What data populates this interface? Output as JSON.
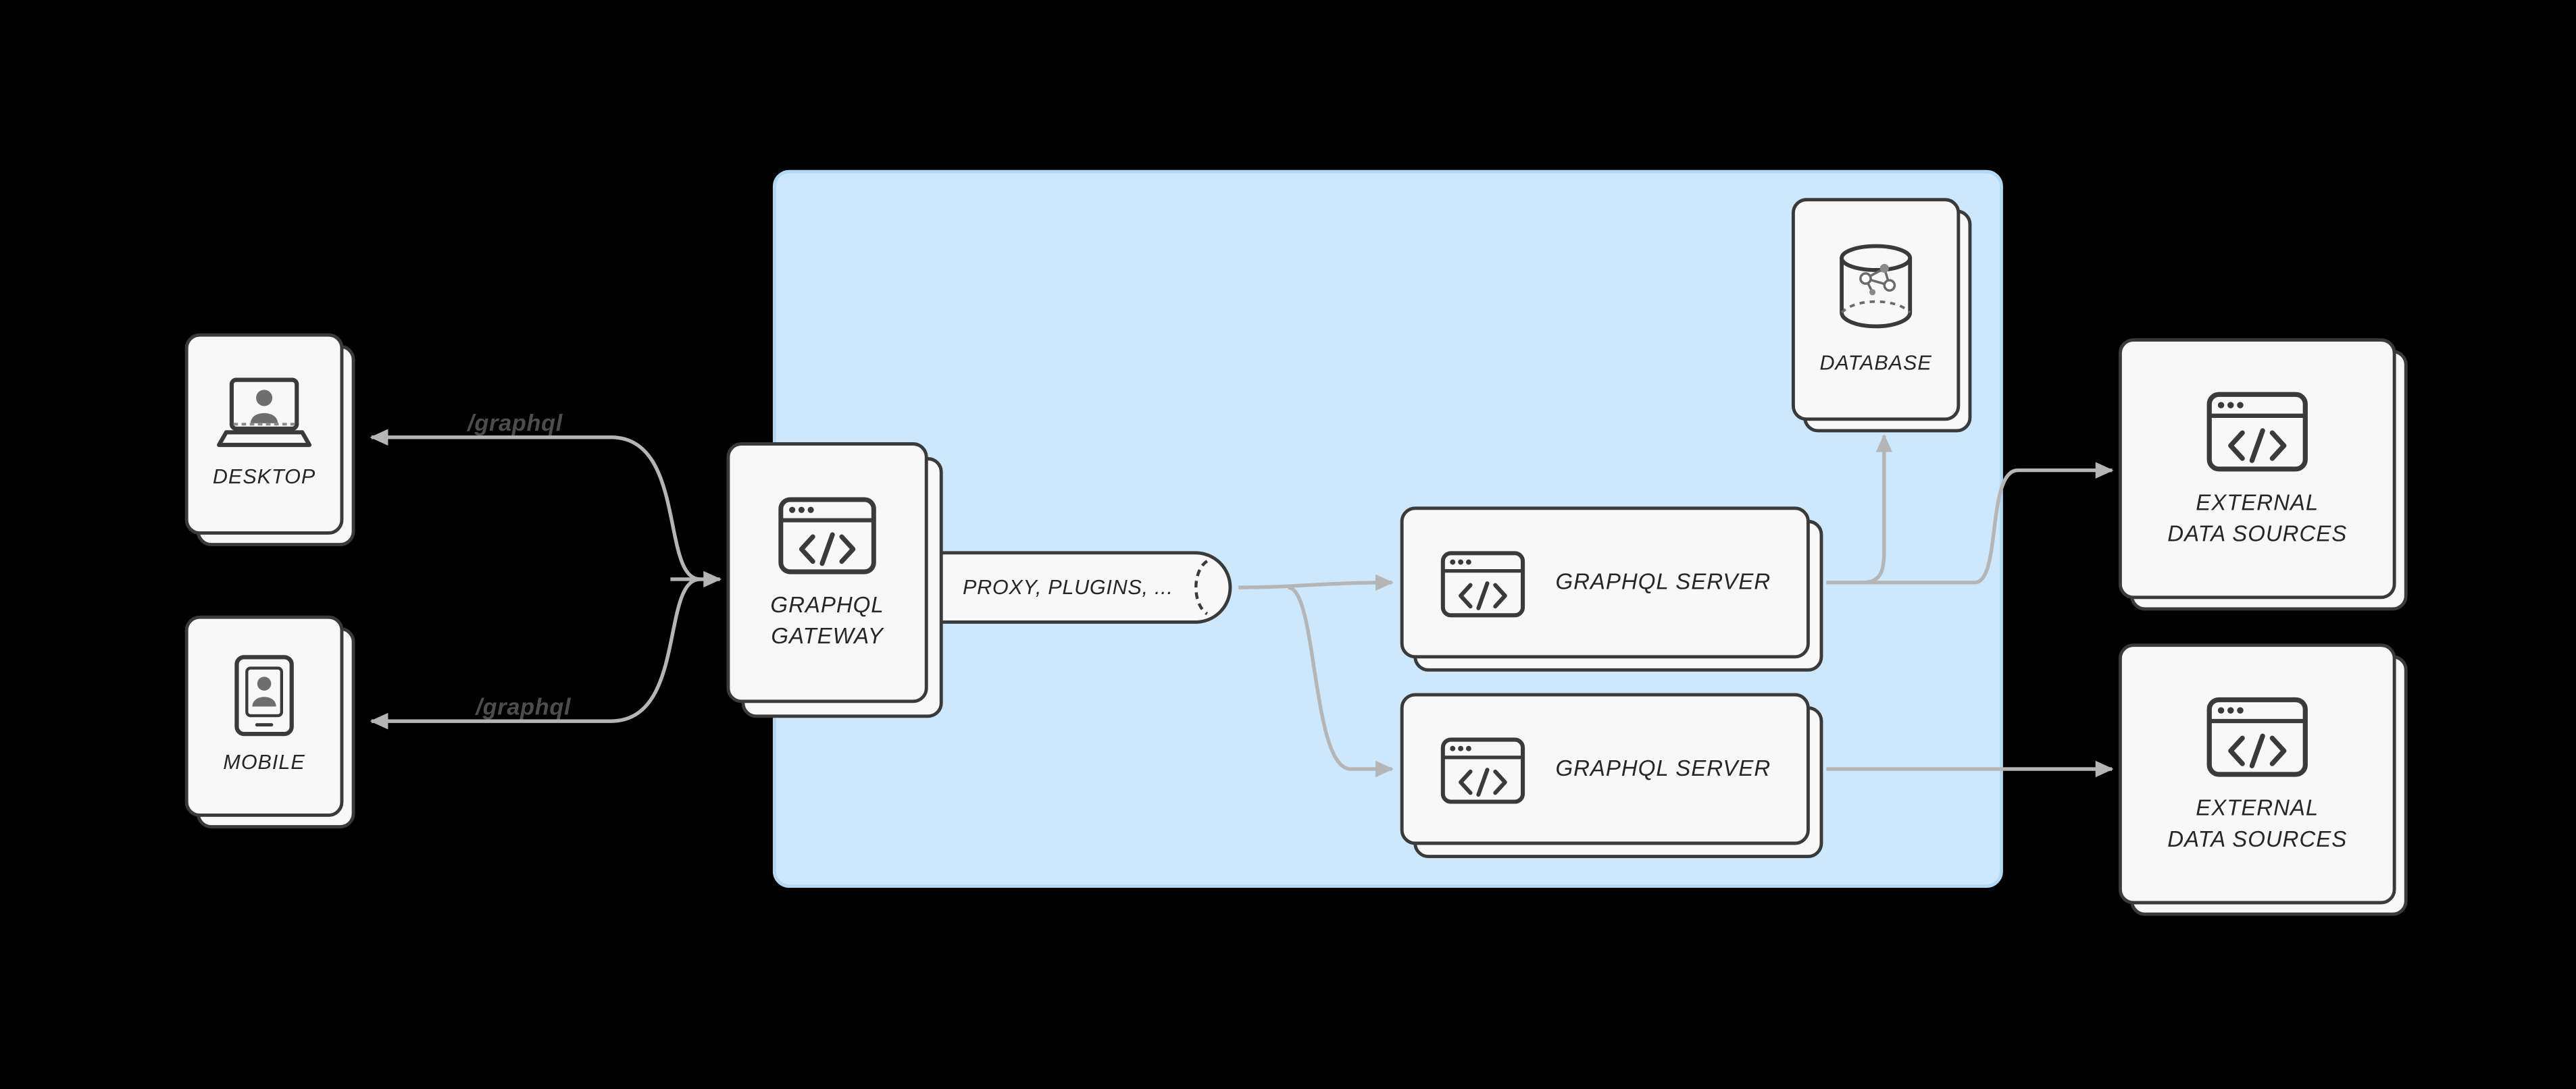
{
  "clients": {
    "desktop": {
      "label": "DESKTOP"
    },
    "mobile": {
      "label": "MOBILE"
    }
  },
  "edges": {
    "desktop_label": "/graphql",
    "mobile_label": "/graphql"
  },
  "gateway": {
    "line1": "GRAPHQL",
    "line2": "GATEWAY"
  },
  "proxy": {
    "label": "PROXY, PLUGINS, ..."
  },
  "servers": [
    {
      "label": "GRAPHQL SERVER"
    },
    {
      "label": "GRAPHQL SERVER"
    }
  ],
  "database": {
    "label": "DATABASE"
  },
  "external_sources": [
    {
      "line1": "EXTERNAL",
      "line2": "DATA SOURCES"
    },
    {
      "line1": "EXTERNAL",
      "line2": "DATA SOURCES"
    }
  ],
  "colors": {
    "background": "#000000",
    "cluster_fill": "#cde7fc",
    "cluster_border": "#b3d8f3",
    "card_fill": "#f8f8f8",
    "card_border": "#3a3a3a",
    "arrow": "#b5b5b5",
    "label_text": "#262626",
    "edge_label_text": "#4d4d4d"
  }
}
